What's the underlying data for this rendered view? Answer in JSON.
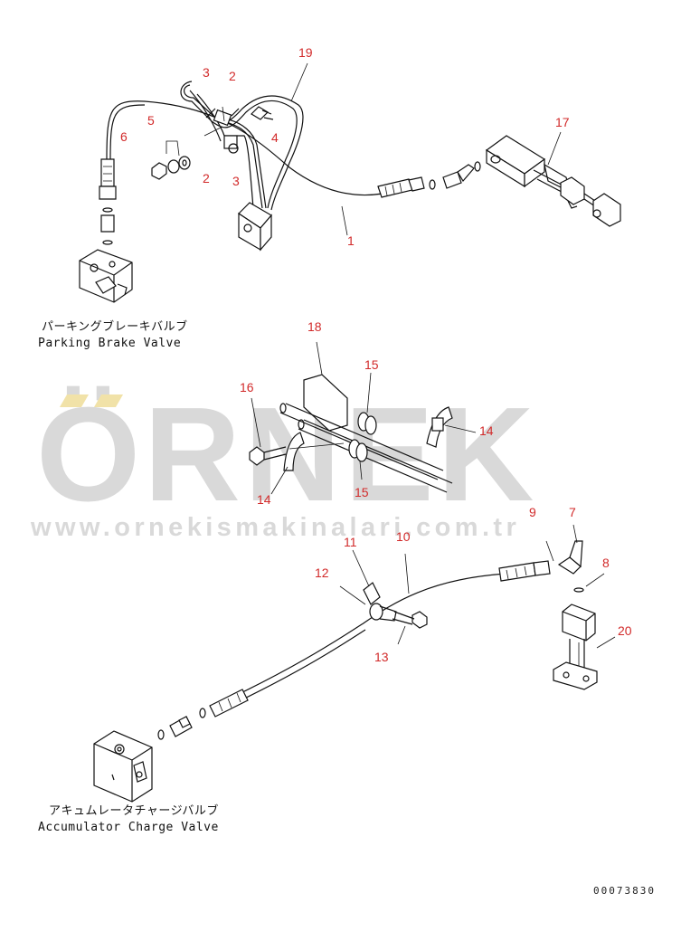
{
  "watermark": {
    "brand": "ÖRNEK",
    "url": "www.ornekismakinalari.com.tr",
    "color": "#d9d9d9",
    "accent": "#f1e2a8"
  },
  "captions": {
    "parking_brake_jp": "パーキングブレーキバルブ",
    "parking_brake_en": "Parking Brake Valve",
    "accumulator_jp": "アキュムレータチャージバルブ",
    "accumulator_en": "Accumulator Charge Valve"
  },
  "document_number": "00073830",
  "callout_color": "#d22a2a",
  "callouts": [
    {
      "id": "c19",
      "label": "19"
    },
    {
      "id": "c3a",
      "label": "3"
    },
    {
      "id": "c2a",
      "label": "2"
    },
    {
      "id": "c5",
      "label": "5"
    },
    {
      "id": "c6",
      "label": "6"
    },
    {
      "id": "c4",
      "label": "4"
    },
    {
      "id": "c2b",
      "label": "2"
    },
    {
      "id": "c3b",
      "label": "3"
    },
    {
      "id": "c17",
      "label": "17"
    },
    {
      "id": "c1",
      "label": "1"
    },
    {
      "id": "c18",
      "label": "18"
    },
    {
      "id": "c15a",
      "label": "15"
    },
    {
      "id": "c16",
      "label": "16"
    },
    {
      "id": "c14a",
      "label": "14"
    },
    {
      "id": "c14b",
      "label": "14"
    },
    {
      "id": "c15b",
      "label": "15"
    },
    {
      "id": "c9",
      "label": "9"
    },
    {
      "id": "c7",
      "label": "7"
    },
    {
      "id": "c11",
      "label": "11"
    },
    {
      "id": "c10",
      "label": "10"
    },
    {
      "id": "c12",
      "label": "12"
    },
    {
      "id": "c8",
      "label": "8"
    },
    {
      "id": "c20",
      "label": "20"
    },
    {
      "id": "c13",
      "label": "13"
    }
  ]
}
